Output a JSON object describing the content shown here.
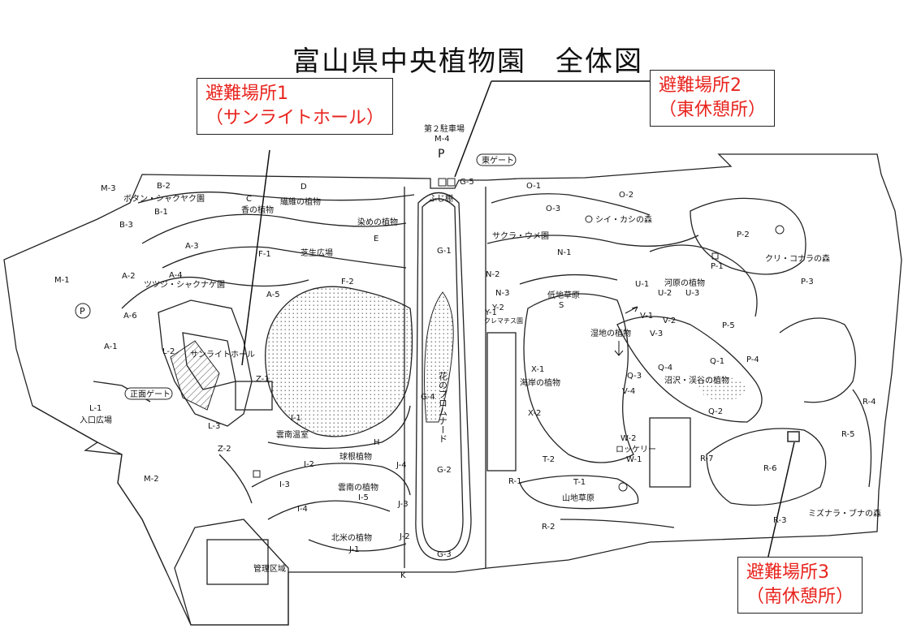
{
  "title": "富山県中央植物園　全体図",
  "colors": {
    "callout_text": "#e8241e",
    "line": "#222222",
    "water_dot": "#555555"
  },
  "callouts": {
    "shelter1": {
      "line1": "避難場所1",
      "line2": "（サンライトホール）"
    },
    "shelter2": {
      "line1": "避難場所2",
      "line2": "（東休憩所）"
    },
    "shelter3": {
      "line1": "避難場所3",
      "line2": "（南休憩所）"
    }
  },
  "gates": {
    "east": "東ゲート",
    "main": "正面ゲート"
  },
  "parking": {
    "lot2_title": "第２駐車場",
    "lot2_code": "M-4",
    "p_mark": "P",
    "p_circle": "P"
  },
  "areas": {
    "M3": "M-3",
    "B2": "B-2",
    "peony": "ボタン・シャクヤク園",
    "B1": "B-1",
    "B3": "B-3",
    "D": "D",
    "textile": "繊維の植物",
    "C": "C",
    "fragrance": "香の植物",
    "dye": "染めの植物",
    "E": "E",
    "A3": "A-3",
    "F1": "F-1",
    "lawn": "芝生広場",
    "A2": "A-2",
    "A4": "A-4",
    "azalea": "ツツジ・シャクナゲ園",
    "M1": "M-1",
    "A5": "A-5",
    "F2": "F-2",
    "A6": "A-6",
    "A1": "A-1",
    "L2": "L-2",
    "sunlight_hall": "サンライトホール",
    "Z1": "Z-1",
    "L1": "L-1",
    "entrance_plaza": "入口広場",
    "L3": "L-3",
    "I_1": "I-1",
    "unnan_greenhouse": "雲南温室",
    "Z2": "Z-2",
    "H": "H",
    "bulbs": "球根植物",
    "I2": "I-2",
    "M2": "M-2",
    "I3": "I-3",
    "unnan_plants": "雲南の植物",
    "I5": "I-5",
    "I4": "I-4",
    "J4": "J-4",
    "J3": "J-3",
    "J2": "J-2",
    "na_plants": "北米の植物",
    "J1": "J-1",
    "admin": "管理区域",
    "K": "K",
    "fuji": "ふじ棚",
    "G5": "G-5",
    "G1": "G-1",
    "G4": "G-4",
    "G2": "G-2",
    "G3": "G-3",
    "promenade": "花のプロムナード",
    "O1": "O-1",
    "O2": "O-2",
    "O3": "O-3",
    "oak_forest": "シイ・カシの森",
    "cherry": "サクラ・ウメ園",
    "N1": "N-1",
    "N2": "N-2",
    "N3": "N-3",
    "low_grass": "低地草原",
    "S": "S",
    "Y1": "Y-1",
    "Y2": "Y-2",
    "clematis": "クレマチス園",
    "U1": "U-1",
    "U2": "U-2",
    "U3": "U-3",
    "riverbank": "河原の植物",
    "V1": "V-1",
    "V2": "V-2",
    "V3": "V-3",
    "wetland": "湿地の植物",
    "P1": "P-1",
    "P2": "P-2",
    "P3": "P-3",
    "P4": "P-4",
    "P5": "P-5",
    "chestnut": "クリ・コナラの森",
    "Q1": "Q-1",
    "Q2": "Q-2",
    "Q3": "Q-3",
    "Q4": "Q-4",
    "swamp": "沼沢・渓谷の植物",
    "X1": "X-1",
    "coast": "海岸の植物",
    "X2": "X-2",
    "V4": "V-4",
    "W1": "W-1",
    "W2": "W-2",
    "rockery": "ロッケリー",
    "T1": "T-1",
    "T2": "T-2",
    "mountain_grass": "山地草原",
    "R1": "R-1",
    "R2": "R-2",
    "R3": "R-3",
    "R4": "R-4",
    "R5": "R-5",
    "R6": "R-6",
    "R7": "R-7",
    "beech_forest": "ミズナラ・ブナの森"
  }
}
